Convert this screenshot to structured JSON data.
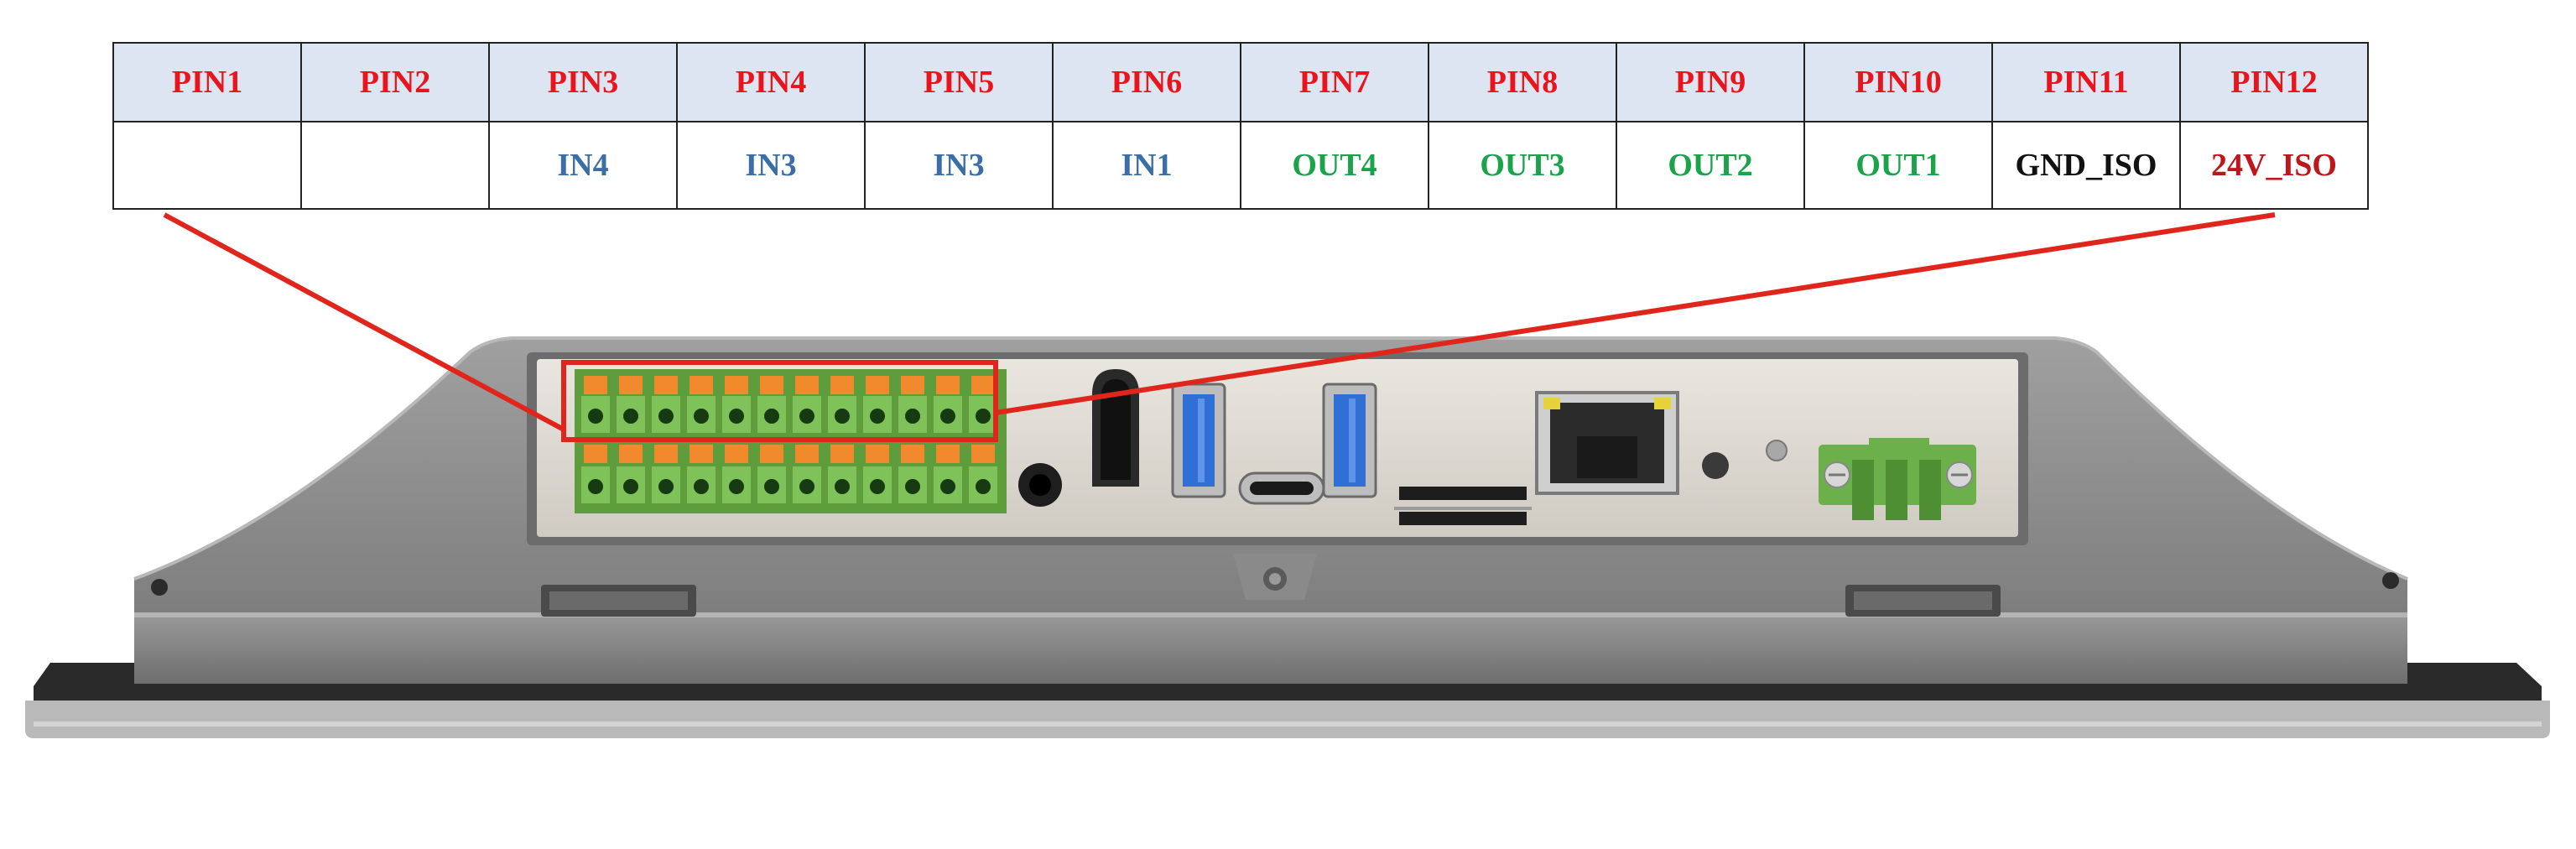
{
  "pins": [
    {
      "label": "PIN1",
      "signal": ""
    },
    {
      "label": "PIN2",
      "signal": ""
    },
    {
      "label": "PIN3",
      "signal": "IN4"
    },
    {
      "label": "PIN4",
      "signal": "IN3"
    },
    {
      "label": "PIN5",
      "signal": "IN3"
    },
    {
      "label": "PIN6",
      "signal": "IN1"
    },
    {
      "label": "PIN7",
      "signal": "OUT4"
    },
    {
      "label": "PIN8",
      "signal": "OUT3"
    },
    {
      "label": "PIN9",
      "signal": "OUT2"
    },
    {
      "label": "PIN10",
      "signal": "OUT1"
    },
    {
      "label": "PIN11",
      "signal": "GND_ISO"
    },
    {
      "label": "PIN12",
      "signal": "24V_ISO"
    }
  ],
  "colors": {
    "header_bg": "#dde5f3",
    "pin_label": "#e8161c",
    "input": "#3a6ea5",
    "output": "#1aa34a",
    "ground": "#111111",
    "power": "#c0151b",
    "callout": "#e0261c",
    "housing": "#8c8c8c",
    "terminal_green": "#7fc25a",
    "terminal_orange": "#f08a2c",
    "usb_blue": "#2f6fd6"
  },
  "signal_colors": [
    "",
    "",
    "input",
    "input",
    "input",
    "input",
    "output",
    "output",
    "output",
    "output",
    "ground",
    "power"
  ],
  "icons": [
    "terminal-block-icon",
    "audio-jack-icon",
    "hdmi-port-icon",
    "usb-a-port-icon",
    "usb-c-port-icon",
    "sd-card-slot-icon",
    "ethernet-port-icon",
    "power-connector-icon"
  ]
}
